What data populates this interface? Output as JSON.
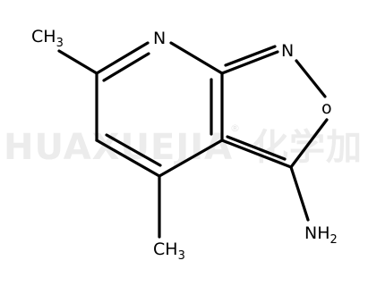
{
  "watermark": {
    "text": "HUAXUEJIA",
    "registered_mark": "®",
    "cn_text": "化学加",
    "color": "#ececec"
  },
  "molecule": {
    "name": "4,6-dimethyl-[1,2]oxazolo[5,4-b]pyridin-3-amine",
    "labels": {
      "ring_n": "N",
      "isoxazole_n": "N",
      "isoxazole_o": "o",
      "methyl_left_main": "CH",
      "methyl_left_sub": "3",
      "methyl_bottom_main": "CH",
      "methyl_bottom_sub": "3",
      "amine_main": "NH",
      "amine_sub": "2"
    },
    "bond_color": "#000000"
  }
}
